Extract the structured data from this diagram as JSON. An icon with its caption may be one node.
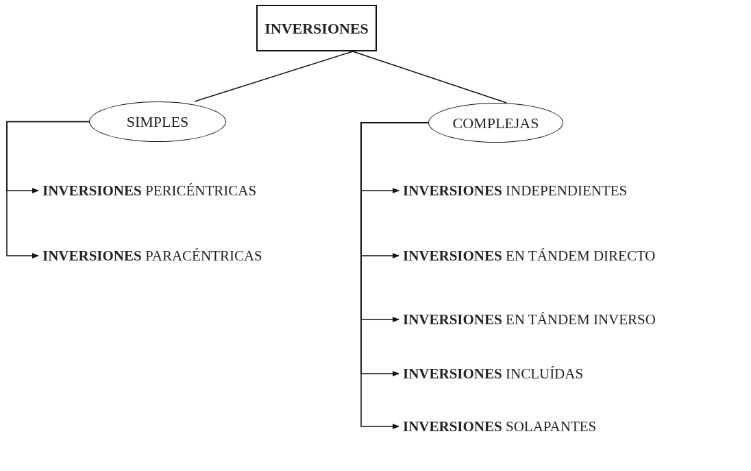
{
  "diagram": {
    "nodes": [
      {
        "text": [
          "INVERSIONES"
        ]
      },
      {
        "text": [
          "SIMPLES"
        ]
      },
      {
        "text": [
          "COMPLEJAS"
        ]
      },
      {
        "text": [
          "**INVERSIONES** PERICÉNTRICAS"
        ]
      },
      {
        "text": [
          "**INVERSIONES** PARACÉNTRICAS"
        ]
      },
      {
        "text": [
          "**INVERSIONES** INDEPENDIENTES"
        ]
      },
      {
        "text": [
          "**INVERSIONES** EN TÁNDEM DIRECTO"
        ]
      },
      {
        "text": [
          "**INVERSIONES** EN TÁNDEM INVERSO"
        ]
      },
      {
        "text": [
          "**INVERSIONES** INCLUÍDAS"
        ]
      },
      {
        "text": [
          "**INVERSIONES** SOLAPANTES"
        ]
      }
    ],
    "edges": [
      {
        "from": 0,
        "to": 1,
        "arrow": "none"
      },
      {
        "from": 0,
        "to": 2,
        "arrow": "none"
      },
      {
        "from": 1,
        "to": 3,
        "arrow": "to"
      },
      {
        "from": 1,
        "to": 4,
        "arrow": "to"
      },
      {
        "from": 2,
        "to": 5,
        "arrow": "to"
      },
      {
        "from": 2,
        "to": 6,
        "arrow": "to"
      },
      {
        "from": 2,
        "to": 7,
        "arrow": "to"
      },
      {
        "from": 2,
        "to": 8,
        "arrow": "to"
      },
      {
        "from": 2,
        "to": 9,
        "arrow": "to"
      }
    ]
  }
}
